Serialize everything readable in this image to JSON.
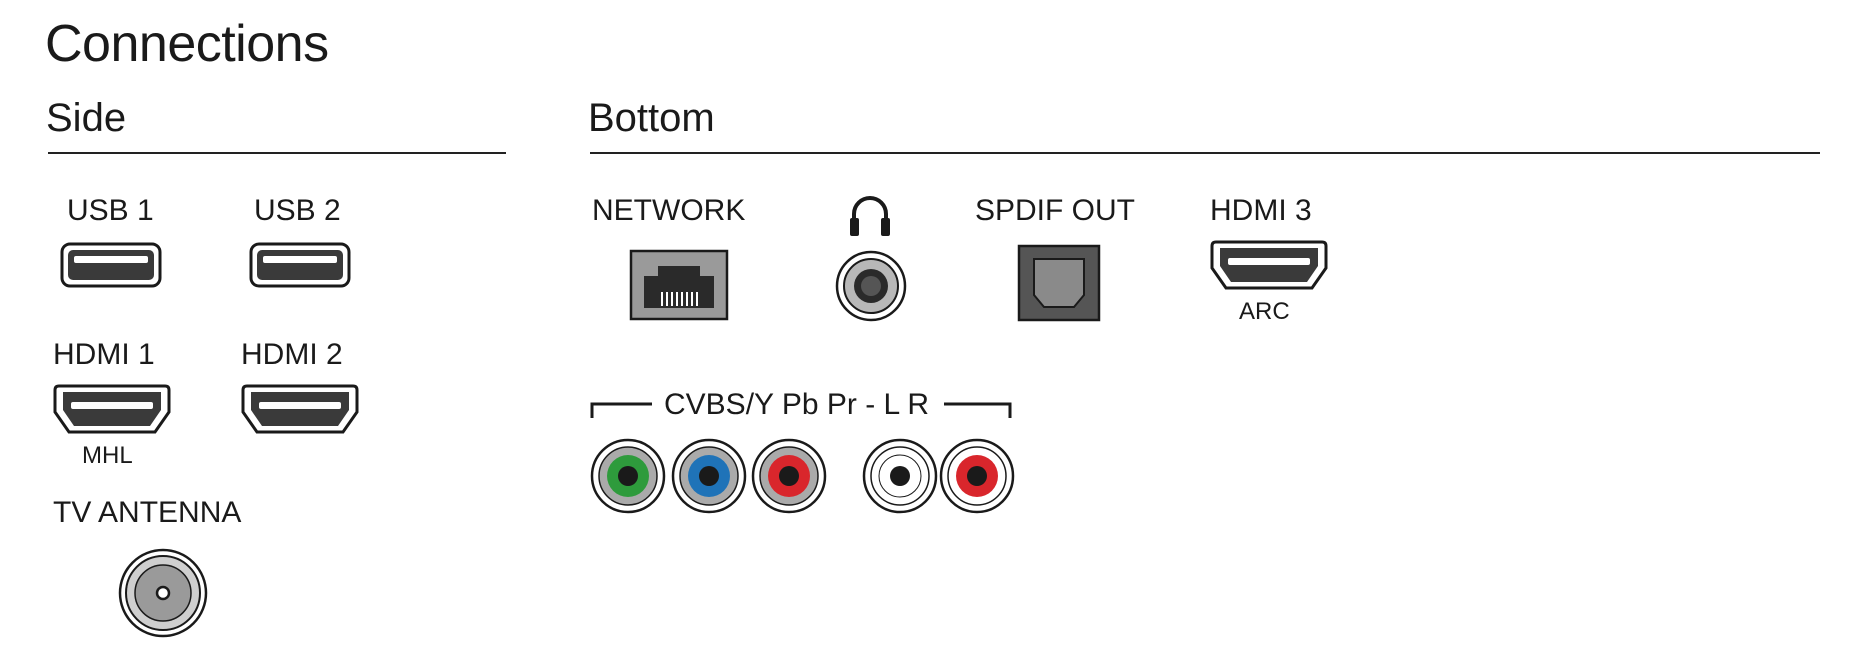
{
  "title": "Connections",
  "sections": {
    "side": "Side",
    "bottom": "Bottom"
  },
  "side": {
    "usb1": "USB 1",
    "usb2": "USB 2",
    "hdmi1": "HDMI 1",
    "hdmi1_sub": "MHL",
    "hdmi2": "HDMI 2",
    "antenna": "TV ANTENNA"
  },
  "bottom": {
    "network": "NETWORK",
    "headphone_icon": "headphones-icon",
    "spdif": "SPDIF OUT",
    "hdmi3": "HDMI 3",
    "hdmi3_sub": "ARC",
    "composite_label": "CVBS/Y Pb Pr - L R"
  },
  "colors": {
    "green": "#2e9b3c",
    "blue": "#1f73b8",
    "red": "#d9262c",
    "white": "#ffffff",
    "red_audio": "#d9262c"
  }
}
